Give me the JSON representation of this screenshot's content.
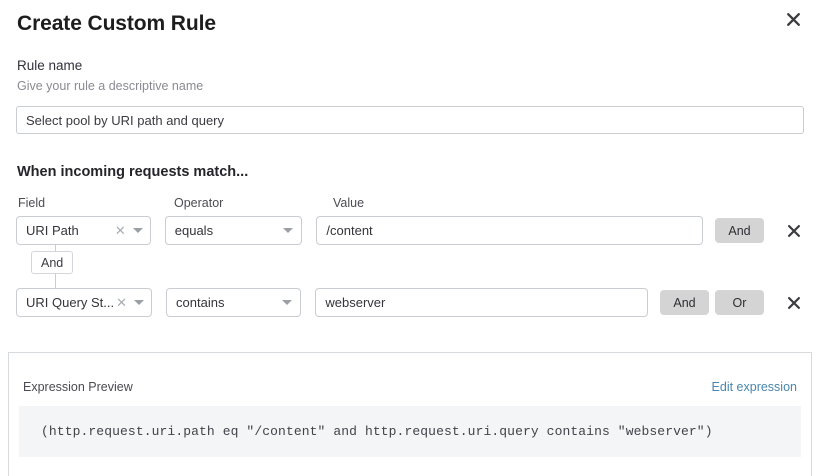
{
  "dialog": {
    "title": "Create Custom Rule",
    "close_icon": "close-icon"
  },
  "rule_name": {
    "label": "Rule name",
    "help": "Give your rule a descriptive name",
    "value": "Select pool by URI path and query"
  },
  "match": {
    "heading": "When incoming requests match...",
    "columns": {
      "field": "Field",
      "operator": "Operator",
      "value": "Value"
    },
    "connector_label": "And",
    "rows": [
      {
        "field": "URI Path",
        "operator": "equals",
        "value": "/content",
        "buttons": [
          "And"
        ],
        "remove_icon": "close-icon"
      },
      {
        "field": "URI Query St...",
        "operator": "contains",
        "value": "webserver",
        "buttons": [
          "And",
          "Or"
        ],
        "remove_icon": "close-icon"
      }
    ]
  },
  "preview": {
    "label": "Expression Preview",
    "edit_link": "Edit expression",
    "expression": "(http.request.uri.path eq \"/content\" and http.request.uri.query contains \"webserver\")"
  },
  "colors": {
    "link": "#4a87ad",
    "pill": "#d4d4d4",
    "border": "#c9ccd0",
    "expr_bg": "#f4f5f6"
  }
}
